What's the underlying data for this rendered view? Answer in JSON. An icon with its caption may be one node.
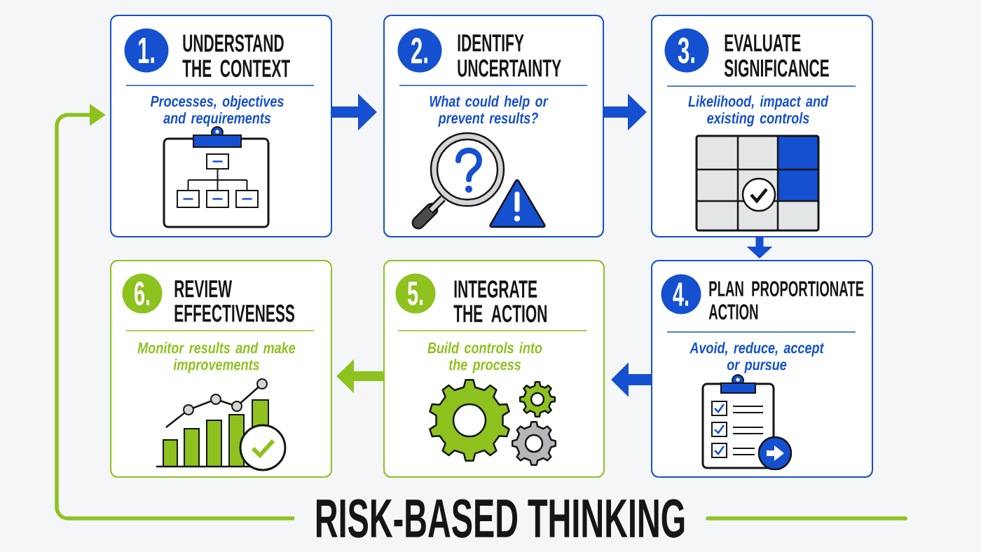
{
  "diagram": {
    "title": "RISK-BASED THINKING",
    "nodes": [
      {
        "text": [
          "UNDERSTAND THE CONTEXT",
          "Processes, objectives and requirements"
        ]
      },
      {
        "text": [
          "1."
        ],
        "in": 0
      },
      {
        "text": [
          "IDENTIFY UNCERTAINTY",
          "What could help or prevent results?"
        ]
      },
      {
        "text": [
          "2."
        ],
        "in": 2
      },
      {
        "text": [
          "EVALUATE SIGNIFICANCE",
          "Likelihood, impact and existing controls"
        ]
      },
      {
        "text": [
          "3."
        ],
        "in": 4
      },
      {
        "text": [
          "PLAN PROPORTIONATE ACTION",
          "Avoid, reduce, accept or pursue"
        ]
      },
      {
        "text": [
          "4."
        ],
        "in": 6
      },
      {
        "text": [
          "INTEGRATE THE ACTION",
          "Build controls into the process"
        ]
      },
      {
        "text": [
          "5."
        ],
        "in": 8
      },
      {
        "text": [
          "REVIEW EFFECTIVENESS",
          "Monitor results and make improvements"
        ]
      },
      {
        "text": [
          "6."
        ],
        "in": 10
      }
    ],
    "edges": [
      {
        "from": 0,
        "to": 2,
        "arrow": "to"
      },
      {
        "from": 2,
        "to": 4,
        "arrow": "to"
      },
      {
        "from": 4,
        "to": 6,
        "arrow": "to"
      },
      {
        "from": 6,
        "to": 8,
        "arrow": "to"
      },
      {
        "from": 8,
        "to": 10,
        "arrow": "to",
        "color": "#8dc21f"
      },
      {
        "from": null,
        "to": 0,
        "arrow": "to",
        "color": "#8dc21f"
      }
    ]
  }
}
